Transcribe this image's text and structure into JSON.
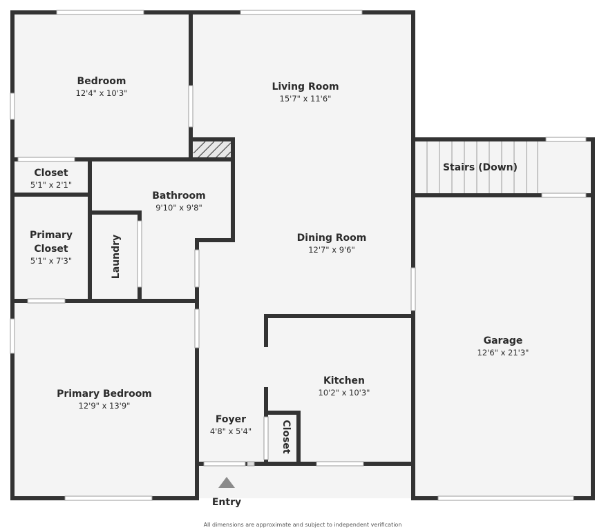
{
  "rooms": {
    "bedroom": {
      "name": "Bedroom",
      "dims": "12'4\" x 10'3\""
    },
    "living_room": {
      "name": "Living Room",
      "dims": "15'7\" x 11'6\""
    },
    "closet_1": {
      "name": "Closet",
      "dims": "5'1\" x 2'1\""
    },
    "bathroom": {
      "name": "Bathroom",
      "dims": "9'10\" x 9'8\""
    },
    "primary_closet": {
      "name_line1": "Primary",
      "name_line2": "Closet",
      "dims": "5'1\" x 7'3\""
    },
    "laundry": {
      "name": "Laundry"
    },
    "dining_room": {
      "name": "Dining Room",
      "dims": "12'7\" x 9'6\""
    },
    "stairs": {
      "name": "Stairs (Down)"
    },
    "garage": {
      "name": "Garage",
      "dims": "12'6\" x 21'3\""
    },
    "kitchen": {
      "name": "Kitchen",
      "dims": "10'2\" x 10'3\""
    },
    "primary_bedroom": {
      "name": "Primary Bedroom",
      "dims": "12'9\" x 13'9\""
    },
    "foyer": {
      "name": "Foyer",
      "dims": "4'8\" x 5'4\""
    },
    "closet_2": {
      "name": "Closet"
    }
  },
  "entry_label": "Entry",
  "disclaimer": "All dimensions are approximate and subject to independent verification",
  "colors": {
    "wall": "#333333",
    "floor": "#f4f4f4",
    "window": "#ffffff",
    "arrow": "#8a8a8a"
  }
}
